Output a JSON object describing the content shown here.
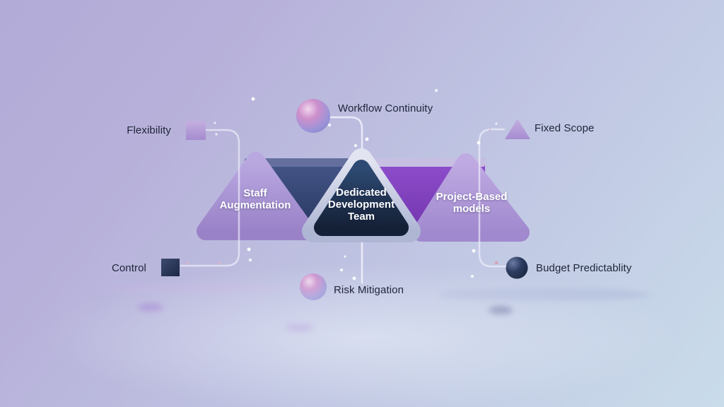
{
  "figure": {
    "kind": "3d-infographic-diagram",
    "topic": "software engagement models"
  },
  "colors": {
    "background_top_left": "#b2aad7",
    "background_bottom_right": "#c9dcea",
    "triangle_lavender": "#a991d3",
    "triangle_navy": "#1d3256",
    "triangle_border_silver": "#c9cde4",
    "bar_navy": "#2d3d68",
    "bar_purple": "#8243c2",
    "connector_line": "#f0eefb",
    "callout_text": "#20263a",
    "node_text": "#ffffff",
    "sphere_pink": "#cd8fcb",
    "sphere_dark": "#2c3c60"
  },
  "center_diagram": {
    "left_node": {
      "lines": [
        "Staff",
        "Augmentation"
      ]
    },
    "center_node": {
      "lines": [
        "Dedicated",
        "Development",
        "Team"
      ]
    },
    "right_node": {
      "lines": [
        "Project-Based",
        "models"
      ]
    }
  },
  "callouts": {
    "flexibility": {
      "label": "Flexibility",
      "icon": "purple-square"
    },
    "workflow_continuity": {
      "label": "Workflow Continuity",
      "icon": "pink-sphere"
    },
    "fixed_scope": {
      "label": "Fixed Scope",
      "icon": "purple-triangle"
    },
    "control": {
      "label": "Control",
      "icon": "navy-cube"
    },
    "risk_mitigation": {
      "label": "Risk Mitigation",
      "icon": "pink-sphere"
    },
    "budget_predictability": {
      "label": "Budget Predictablity",
      "icon": "navy-sphere"
    }
  }
}
